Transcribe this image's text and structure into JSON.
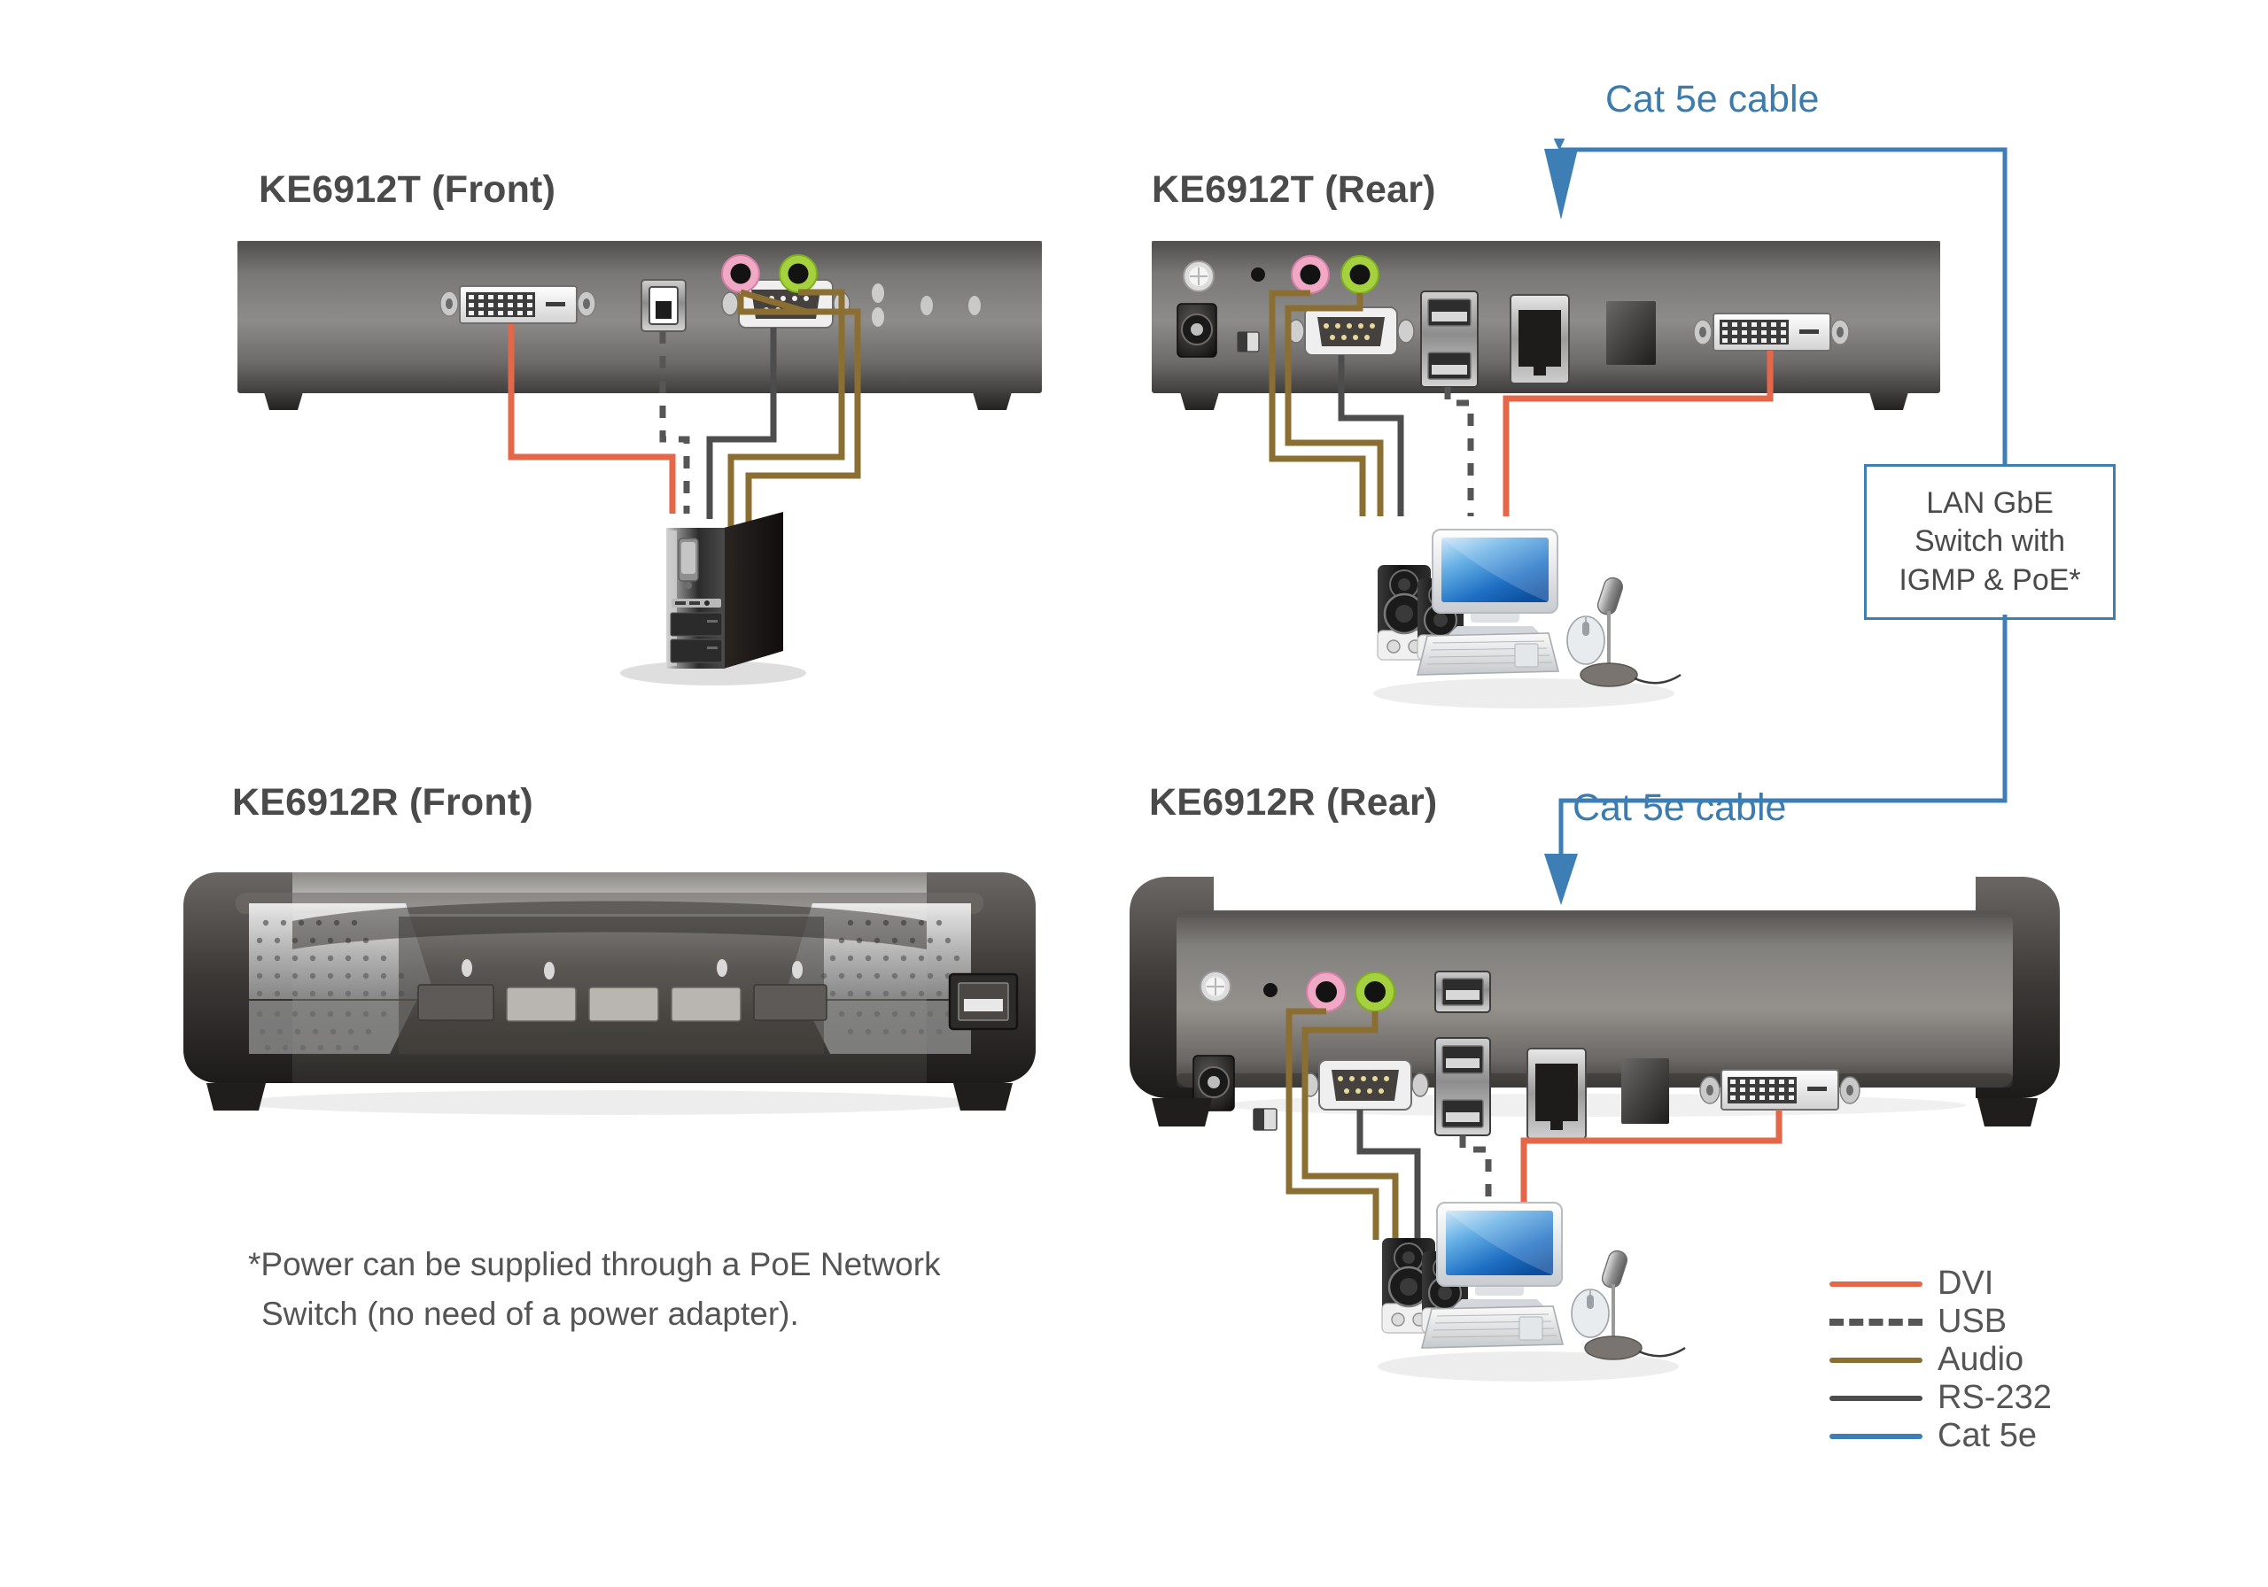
{
  "diagram": {
    "title_tx_front": "KE6912T (Front)",
    "title_tx_rear": "KE6912T (Rear)",
    "title_rx_front": "KE6912R (Front)",
    "title_rx_rear": "KE6912R (Rear)",
    "cat5e_label_top": "Cat 5e cable",
    "cat5e_label_bottom": "Cat 5e cable",
    "switch_box": {
      "line1": "LAN GbE",
      "line2": "Switch with",
      "line3": "IGMP & PoE*"
    },
    "footnote": {
      "line1": "*Power can be supplied through a PoE Network",
      "line2": "Switch (no need of a power adapter)."
    }
  },
  "legend": {
    "items": [
      {
        "label": "DVI",
        "color": "#e4674a",
        "style": "solid"
      },
      {
        "label": "USB",
        "color": "#565656",
        "style": "dashed"
      },
      {
        "label": "Audio",
        "color": "#8b6f32",
        "style": "solid"
      },
      {
        "label": "RS-232",
        "color": "#4d4d4d",
        "style": "solid"
      },
      {
        "label": "Cat 5e",
        "color": "#3d7fb5",
        "style": "solid"
      }
    ]
  },
  "colors": {
    "dvi": "#e4674a",
    "usb": "#565656",
    "audio": "#8b6f32",
    "rs232": "#4d4d4d",
    "cat5e": "#3d7fb5",
    "text": "#4a4a4a"
  },
  "devices": {
    "tx_front_ports": [
      "dvi-port",
      "usb-type-b-port",
      "db9-serial-port",
      "mic-jack-pink",
      "speaker-jack-green",
      "status-leds"
    ],
    "tx_rear_ports": [
      "power-led",
      "reset-hole",
      "power-jack",
      "mode-switch",
      "mic-jack-pink",
      "speaker-jack-green",
      "db9-serial-port",
      "usb-type-a-stack",
      "rj45-lan-port",
      "expansion-slot",
      "dvi-port"
    ],
    "rx_front_ports": [
      "vent-grille-left",
      "status-leds",
      "button-row",
      "vent-grille-right",
      "usb-type-a-port"
    ],
    "rx_rear_ports": [
      "power-led",
      "reset-hole",
      "power-jack",
      "mode-switch",
      "mic-jack-pink",
      "speaker-jack-green",
      "db9-serial-port",
      "usb-type-a-single",
      "usb-type-a-stack",
      "rj45-lan-port",
      "expansion-slot",
      "dvi-port"
    ]
  },
  "peripherals": {
    "pc_tower": "pc-tower",
    "console_items": [
      "speaker-left",
      "speaker-right",
      "monitor",
      "keyboard",
      "mouse",
      "microphone"
    ]
  }
}
